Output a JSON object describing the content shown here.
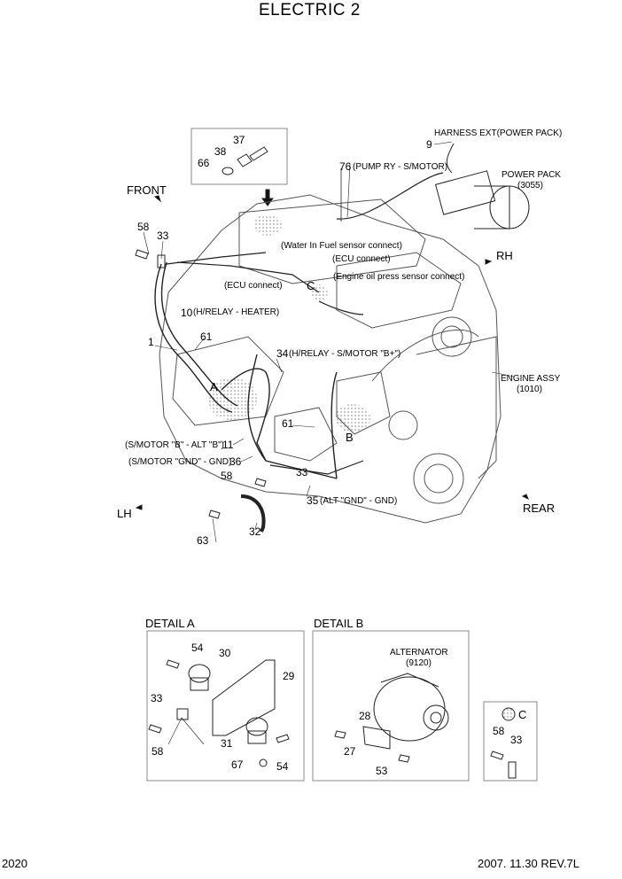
{
  "page": {
    "title": "ELECTRIC 2",
    "page_number": "2020",
    "revision": "2007. 11.30 REV.7L"
  },
  "directions": {
    "front": "FRONT",
    "rh": "RH",
    "lh": "LH",
    "rear": "REAR"
  },
  "main_view": {
    "inset_parts": [
      "37",
      "38",
      "66"
    ],
    "harness_ext": "HARNESS EXT(POWER PACK)",
    "harness_ext_num": "9",
    "power_pack": "POWER PACK",
    "power_pack_code": "(3055)",
    "pump_relay": "(PUMP RY - S/MOTOR)",
    "pump_relay_num": "76",
    "water_in_fuel": "(Water In Fuel sensor connect)",
    "ecu_connect_right": "(ECU connect)",
    "engine_oil_press": "(Engine oil press sensor connect)",
    "ecu_connect_left": "(ECU connect)",
    "callout_c": "C",
    "h_relay_heater": "(H/RELAY - HEATER)",
    "h_relay_heater_num": "10",
    "part_1": "1",
    "part_61_upper": "61",
    "h_relay_smotor": "(H/RELAY - S/MOTOR \"B+\")",
    "h_relay_smotor_num": "34",
    "engine_assy": "ENGINE ASSY",
    "engine_assy_code": "(1010)",
    "callout_a": "A",
    "part_61_lower": "61",
    "callout_b": "B",
    "smotor_alt": "(S/MOTOR \"B\" - ALT \"B\")",
    "smotor_alt_num": "11",
    "smotor_gnd": "(S/MOTOR \"GND\" - GND)",
    "smotor_gnd_num": "36",
    "part_58": "58",
    "part_33": "33",
    "part_58_lower": "58",
    "part_33_lower": "33",
    "alt_gnd": "(ALT \"GND\" - GND)",
    "alt_gnd_num": "35",
    "part_63": "63",
    "part_32": "32"
  },
  "detail_a": {
    "heading": "DETAIL A",
    "parts": {
      "p54_top": "54",
      "p30": "30",
      "p29": "29",
      "p33": "33",
      "p58": "58",
      "p31": "31",
      "p67": "67",
      "p54_bottom": "54"
    }
  },
  "detail_b": {
    "heading": "DETAIL B",
    "alternator": "ALTERNATOR",
    "alternator_code": "(9120)",
    "parts": {
      "p28": "28",
      "p27": "27",
      "p53": "53"
    }
  },
  "detail_c": {
    "heading": "C",
    "parts": {
      "p58": "58",
      "p33": "33"
    }
  }
}
